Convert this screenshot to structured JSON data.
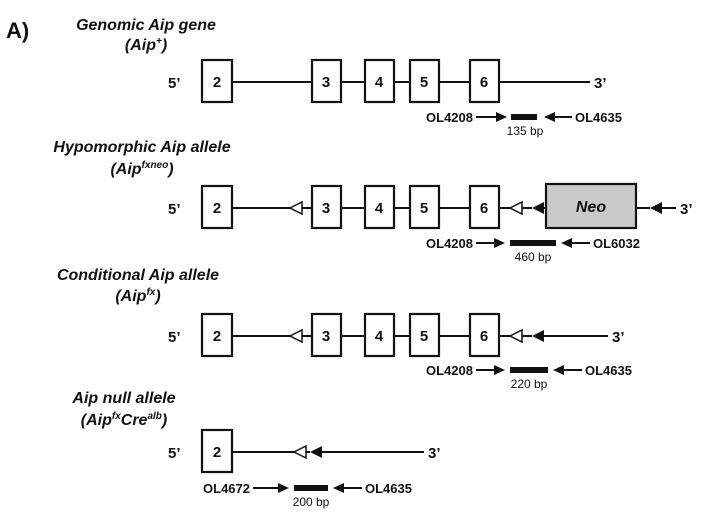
{
  "panel_label": "A)",
  "common": {
    "five_prime": "5’",
    "three_prime": "3’"
  },
  "constructs": [
    {
      "title": "Genomic Aip gene",
      "subtitle": {
        "base": "(Aip",
        "sup": "+",
        "tail": ")",
        "sup2": "",
        "tail2": ""
      },
      "exons": [
        "2",
        "3",
        "4",
        "5",
        "6"
      ],
      "primer_left": "OL4208",
      "primer_right": "OL4635",
      "product": "135 bp"
    },
    {
      "title": "Hypomorphic Aip allele",
      "subtitle": {
        "base": "(Aip",
        "sup": "fxneo",
        "tail": ")",
        "sup2": "",
        "tail2": ""
      },
      "exons": [
        "2",
        "3",
        "4",
        "5",
        "6"
      ],
      "cassette": "Neo",
      "primer_left": "OL4208",
      "primer_right": "OL6032",
      "product": "460 bp"
    },
    {
      "title": "Conditional Aip allele",
      "subtitle": {
        "base": "(Aip",
        "sup": "fx",
        "tail": ")",
        "sup2": "",
        "tail2": ""
      },
      "exons": [
        "2",
        "3",
        "4",
        "5",
        "6"
      ],
      "primer_left": "OL4208",
      "primer_right": "OL4635",
      "product": "220 bp"
    },
    {
      "title": "Aip null allele",
      "subtitle": {
        "base": "(Aip",
        "sup": "fx",
        "tail": "Cre",
        "sup2": "alb",
        "tail2": ")"
      },
      "exons": [
        "2"
      ],
      "primer_left": "OL4672",
      "primer_right": "OL4635",
      "product": "200 bp"
    }
  ]
}
